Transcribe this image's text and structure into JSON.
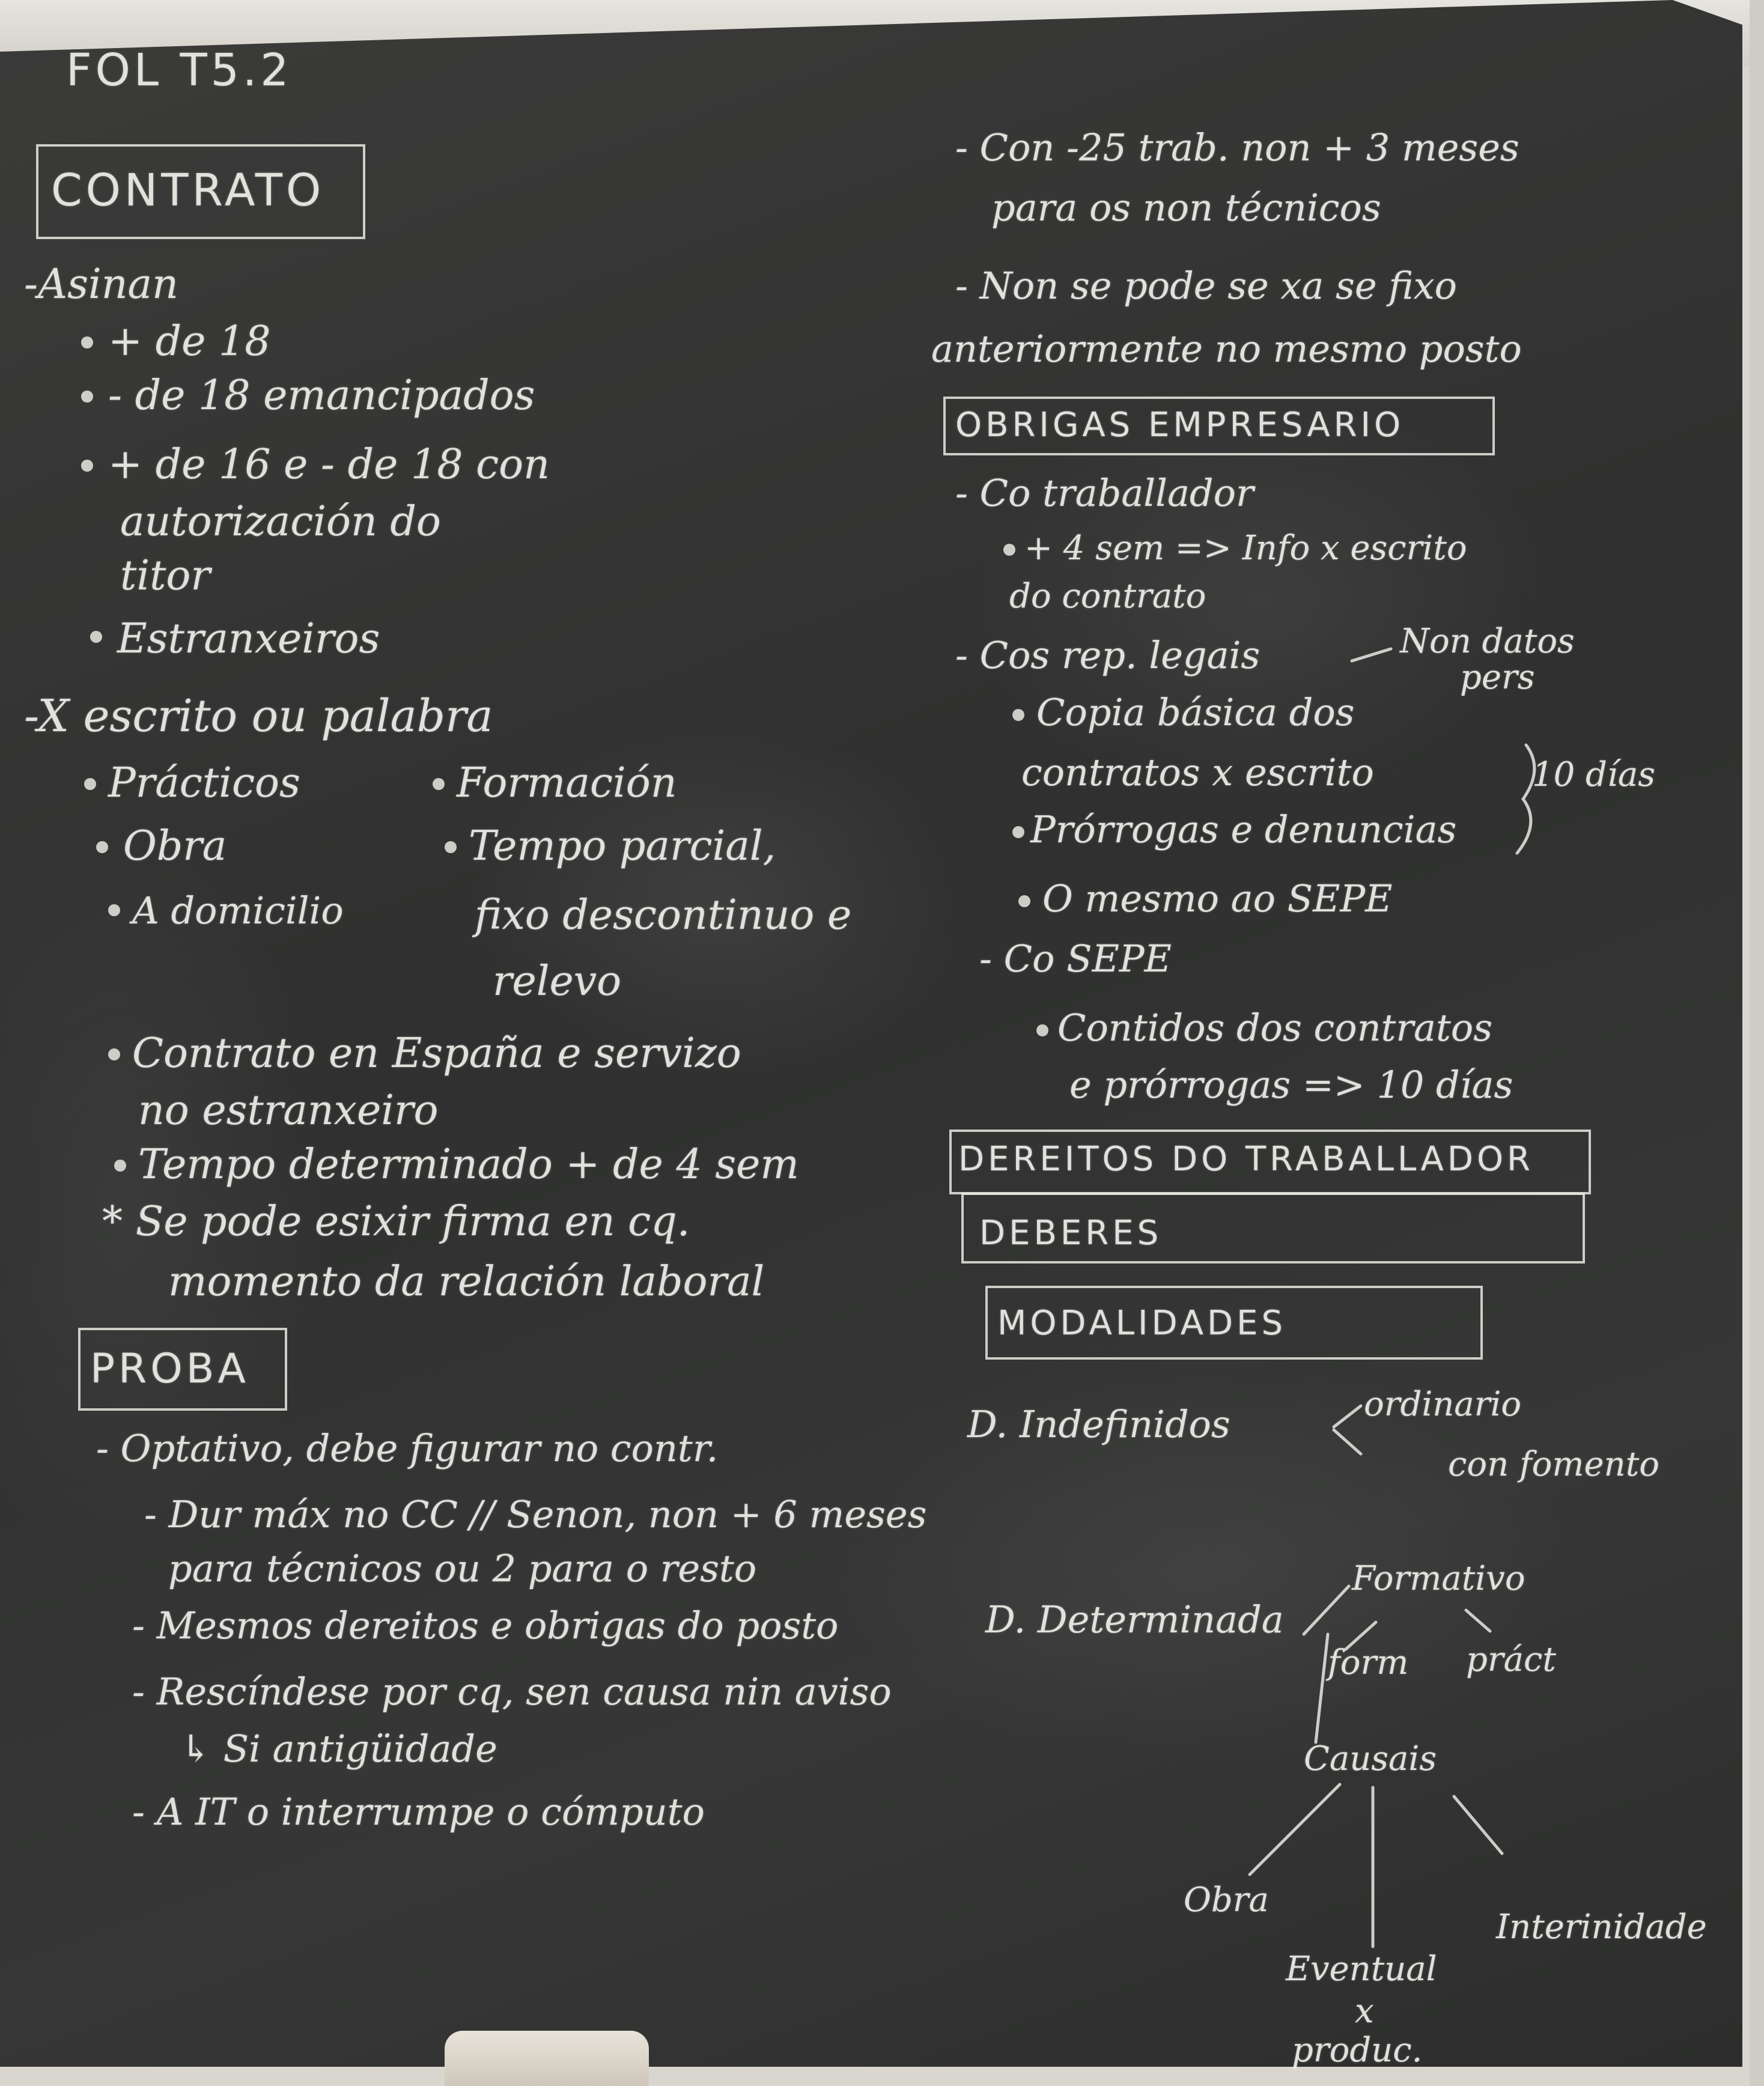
{
  "header": {
    "title": "FOL T5.2"
  },
  "left": {
    "contrato_box": "CONTRATO",
    "asinan": "-Asinan",
    "asinan_items": [
      "+ de 18",
      "- de 18 emancipados",
      "+ de 16 e - de 18 con",
      "autorización do",
      "titor",
      "Estranxeiros"
    ],
    "escrito": "-X escrito ou palabra",
    "types_col1": [
      "Prácticos",
      "Obra",
      "A domicilio"
    ],
    "types_col2": [
      "Formación",
      "Tempo parcial,",
      "fixo descontinuo e",
      "relevo"
    ],
    "more": [
      "Contrato en España e servizo",
      "no estranxeiro",
      "Tempo determinado + de 4 sem",
      "* Se pode esixir firma en cq.",
      "momento da relación laboral"
    ],
    "proba_box": "PROBA",
    "proba_items": [
      "- Optativo, debe figurar no contr.",
      "- Dur máx no CC // Senon, non + 6 meses",
      "para técnicos ou 2 para o resto",
      "- Mesmos dereitos e obrigas do posto",
      "- Rescíndese por cq, sen causa nin aviso",
      "↳ Si antigüidade",
      "- A IT o interrumpe o cómputo"
    ]
  },
  "right": {
    "top_lines": [
      "- Con -25 trab. non + 3 meses",
      "para os non técnicos",
      "- Non se pode se xa se fixo",
      "anteriormente no mesmo posto"
    ],
    "obrigas_box": "OBRIGAS EMPRESARIO",
    "obrigas_lines": [
      "- Co traballador",
      "+ 4 sem => Info x escrito",
      "do contrato",
      "- Cos rep. legais",
      "Non datos",
      "pers",
      "Copia básica dos",
      "contratos x escrito",
      "10 días",
      "Prórrogas e denuncias",
      "O mesmo ao SEPE",
      "- Co SEPE",
      "Contidos dos contratos",
      "e prórrogas => 10 días"
    ],
    "dereitos_box": "DEREITOS DO TRABALLADOR",
    "deberes_box": "DEBERES",
    "modalidades_box": "MODALIDADES",
    "indefinidos": "D. Indefinidos",
    "indef_branches": [
      "ordinario",
      "con fomento"
    ],
    "determinada": "D. Determinada",
    "formativos": "Formativo",
    "form_branches": [
      "form",
      "práct"
    ],
    "causais": "Causais",
    "causais_branches": [
      "Obra",
      "Interinidade",
      "Eventual",
      "x",
      "produc."
    ]
  }
}
